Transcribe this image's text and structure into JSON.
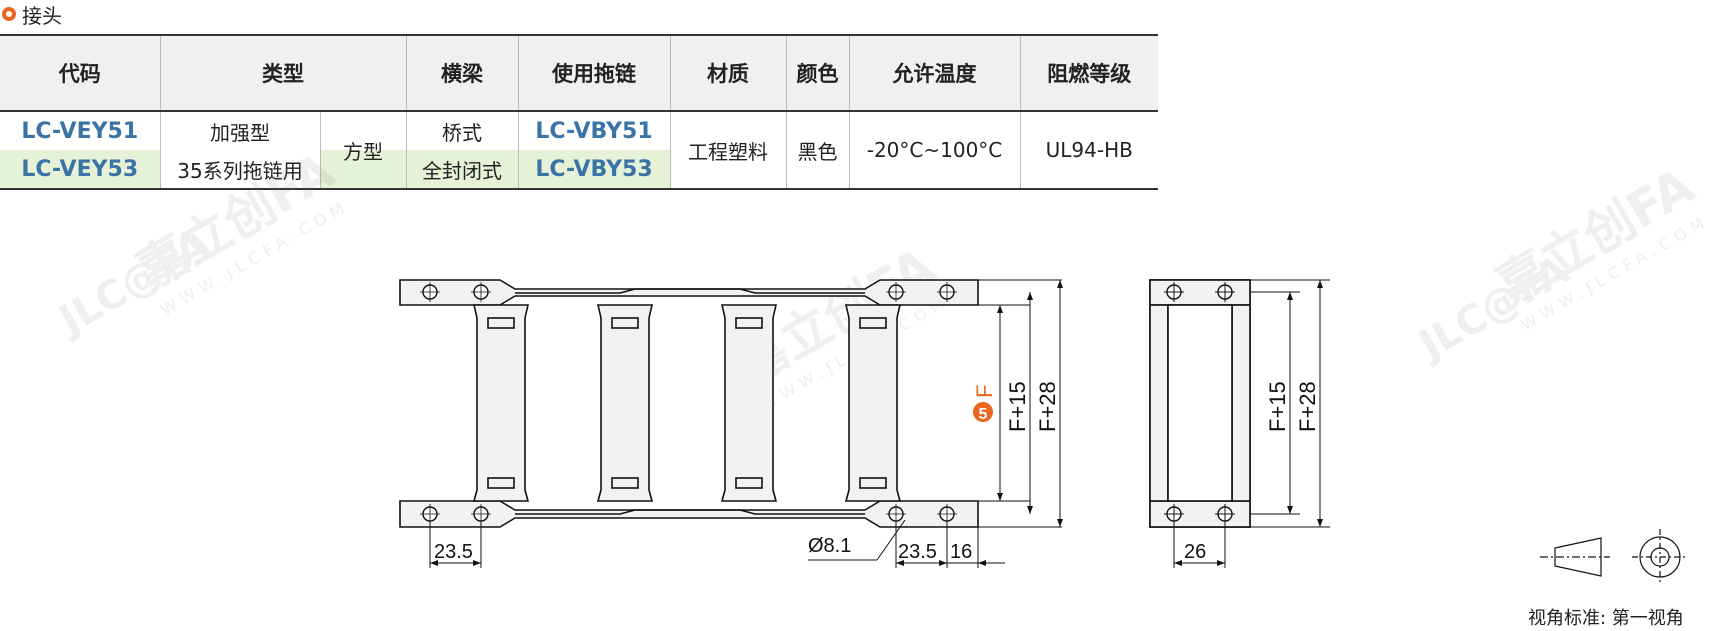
{
  "section": {
    "title": "接头"
  },
  "table": {
    "headers": [
      "代码",
      "类型",
      "横梁",
      "使用拖链",
      "材质",
      "颜色",
      "允许温度",
      "阻燃等级"
    ],
    "rows": [
      {
        "code": "LC-VEY51",
        "type_a": "加强型",
        "beam": "桥式",
        "chain": "LC-VBY51"
      },
      {
        "code": "LC-VEY53",
        "type_a": "35系列拖链用",
        "beam": "全封闭式",
        "chain": "LC-VBY53"
      }
    ],
    "shared": {
      "type_b": "方型",
      "material": "工程塑料",
      "color": "黑色",
      "temp": "-20°C~100°C",
      "flame": "UL94-HB"
    }
  },
  "drawing": {
    "dims": {
      "pitch_left": "23.5",
      "hole": "Ø8.1",
      "pitch_right": "23.5",
      "end": "16",
      "width_side": "26",
      "note_num": "5",
      "label_f": "F",
      "label_f15": "F+15",
      "label_f28": "F+28",
      "label_f15b": "F+15",
      "label_f28b": "F+28"
    },
    "watermark": {
      "text": "嘉立创FA",
      "url": "WWW.JLCFA.COM",
      "logo": "JLC@FA"
    }
  },
  "footer": {
    "projection": "视角标准: 第一视角"
  },
  "colors": {
    "accent": "#e8681f",
    "code_blue": "#3a73a6",
    "tint": "#e6f2d8"
  }
}
